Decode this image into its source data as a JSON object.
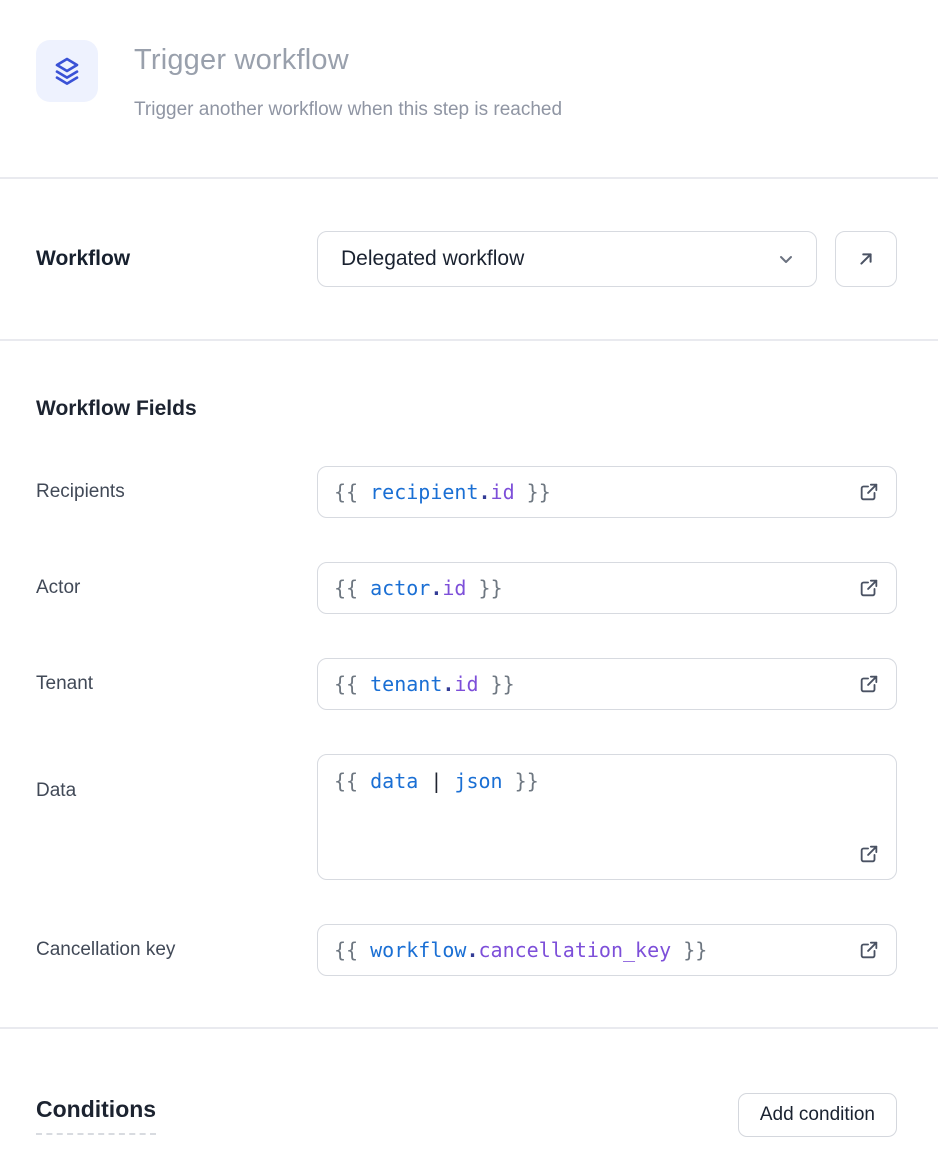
{
  "header": {
    "icon": "layers-icon",
    "title": "Trigger workflow",
    "subtitle": "Trigger another workflow when this step is reached"
  },
  "workflow_row": {
    "label": "Workflow",
    "selected_option": "Delegated workflow",
    "open_button_icon": "arrow-up-right-icon"
  },
  "fields_section": {
    "heading": "Workflow Fields",
    "fields": [
      {
        "label": "Recipients",
        "value": "{{ recipient.id }}",
        "multiline": false,
        "tokens": [
          [
            "{{ ",
            "brace"
          ],
          [
            "recipient",
            "var"
          ],
          [
            ".",
            "dot"
          ],
          [
            "id",
            "prop"
          ],
          [
            " }}",
            "brace"
          ]
        ]
      },
      {
        "label": "Actor",
        "value": "{{ actor.id }}",
        "multiline": false,
        "tokens": [
          [
            "{{ ",
            "brace"
          ],
          [
            "actor",
            "var"
          ],
          [
            ".",
            "dot"
          ],
          [
            "id",
            "prop"
          ],
          [
            " }}",
            "brace"
          ]
        ]
      },
      {
        "label": "Tenant",
        "value": "{{ tenant.id }}",
        "multiline": false,
        "tokens": [
          [
            "{{ ",
            "brace"
          ],
          [
            "tenant",
            "var"
          ],
          [
            ".",
            "dot"
          ],
          [
            "id",
            "prop"
          ],
          [
            " }}",
            "brace"
          ]
        ]
      },
      {
        "label": "Data",
        "value": "{{ data | json }}",
        "multiline": true,
        "tokens": [
          [
            "{{ ",
            "brace"
          ],
          [
            "data",
            "var"
          ],
          [
            " ",
            "plain"
          ],
          [
            "|",
            "pipe"
          ],
          [
            " ",
            "plain"
          ],
          [
            "json",
            "var"
          ],
          [
            " }}",
            "brace"
          ]
        ]
      },
      {
        "label": "Cancellation key",
        "value": "{{ workflow.cancellation_key }}",
        "multiline": false,
        "tokens": [
          [
            "{{ ",
            "brace"
          ],
          [
            "workflow",
            "var"
          ],
          [
            ".",
            "dot"
          ],
          [
            "cancellation_key",
            "prop"
          ],
          [
            " }}",
            "brace"
          ]
        ]
      }
    ]
  },
  "conditions_section": {
    "heading": "Conditions",
    "add_button_label": "Add condition"
  },
  "colors": {
    "icon_blue": "#3a52d6",
    "icon_bg": "#eef2fe",
    "code_blue": "#1a6fd4",
    "code_purple": "#7d4fd9",
    "code_gray": "#6e7781",
    "border": "#d7dae0",
    "divider": "#e9eaef",
    "muted_text": "#99a0ac"
  }
}
